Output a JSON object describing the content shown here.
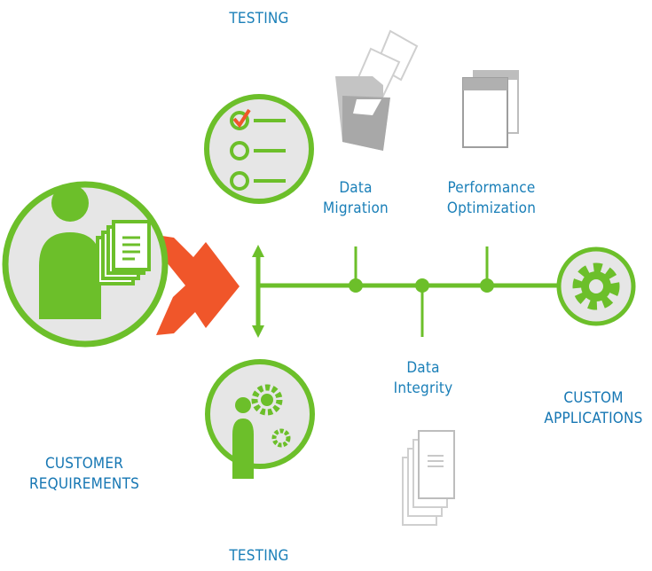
{
  "labels": {
    "testing_top": "TESTING",
    "testing_bottom": "TESTING",
    "customer_line1": "CUSTOMER",
    "customer_line2": "REQUIREMENTS",
    "migration_line1": "Data",
    "migration_line2": "Migration",
    "performance_line1": "Performance",
    "performance_line2": "Optimization",
    "integrity_line1": "Data",
    "integrity_line2": "Integrity",
    "custom_line1": "CUSTOM",
    "custom_line2": "APPLICATIONS"
  },
  "colors": {
    "green": "#6cbf2a",
    "green_dark": "#5aac1c",
    "orange": "#f0562a",
    "gray": "#bdbdbd",
    "gray_dark": "#9e9e9e",
    "label_blue": "#1a7fb8",
    "label_teal": "#2c7fae",
    "circle_fill": "#e6e6e6"
  },
  "icons": {
    "customer": "person-with-documents-icon",
    "testing_top": "checklist-icon",
    "testing_bottom": "person-with-gears-icon",
    "migration": "folder-with-papers-icon",
    "performance": "windows-icon",
    "integrity": "document-stack-icon",
    "custom": "gear-icon"
  }
}
